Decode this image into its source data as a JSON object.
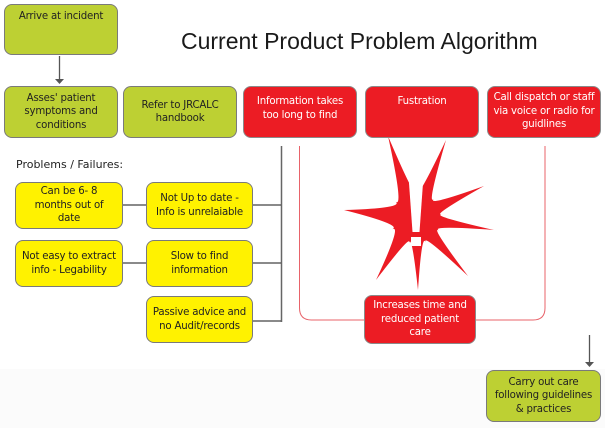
{
  "title": "Current Product Problem Algorithm",
  "flow": {
    "start": "Arrive at incident",
    "steps": [
      {
        "id": "assess",
        "label": "Asses' patient symptoms and conditions",
        "kind": "process"
      },
      {
        "id": "refer",
        "label": "Refer to JRCALC handbook",
        "kind": "process"
      },
      {
        "id": "info-slow",
        "label": "Information takes too long to find",
        "kind": "problem"
      },
      {
        "id": "frustration",
        "label": "Fustration",
        "kind": "problem"
      },
      {
        "id": "call-dispatch",
        "label": "Call dispatch or staff via voice or radio for guidlines",
        "kind": "problem"
      }
    ],
    "outcome": "Increases time and reduced patient care",
    "end": "Carry out care following guidelines & practices"
  },
  "problems": {
    "heading": "Problems / Failures:",
    "items": [
      {
        "label": "Can be 6- 8 months out of date"
      },
      {
        "label": "Not Up to date - Info is unrelaiable"
      },
      {
        "label": "Not easy to extract info - Legability"
      },
      {
        "label": "Slow to find information"
      },
      {
        "label": "Passive advice and no Audit/records"
      }
    ]
  },
  "colors": {
    "process": "#bdd033",
    "problem": "#ec1c24",
    "failure": "#fff200",
    "connector": "#555555",
    "bracket": "#e8636a"
  },
  "icons": {
    "alert": "exclamation-starburst-icon"
  }
}
